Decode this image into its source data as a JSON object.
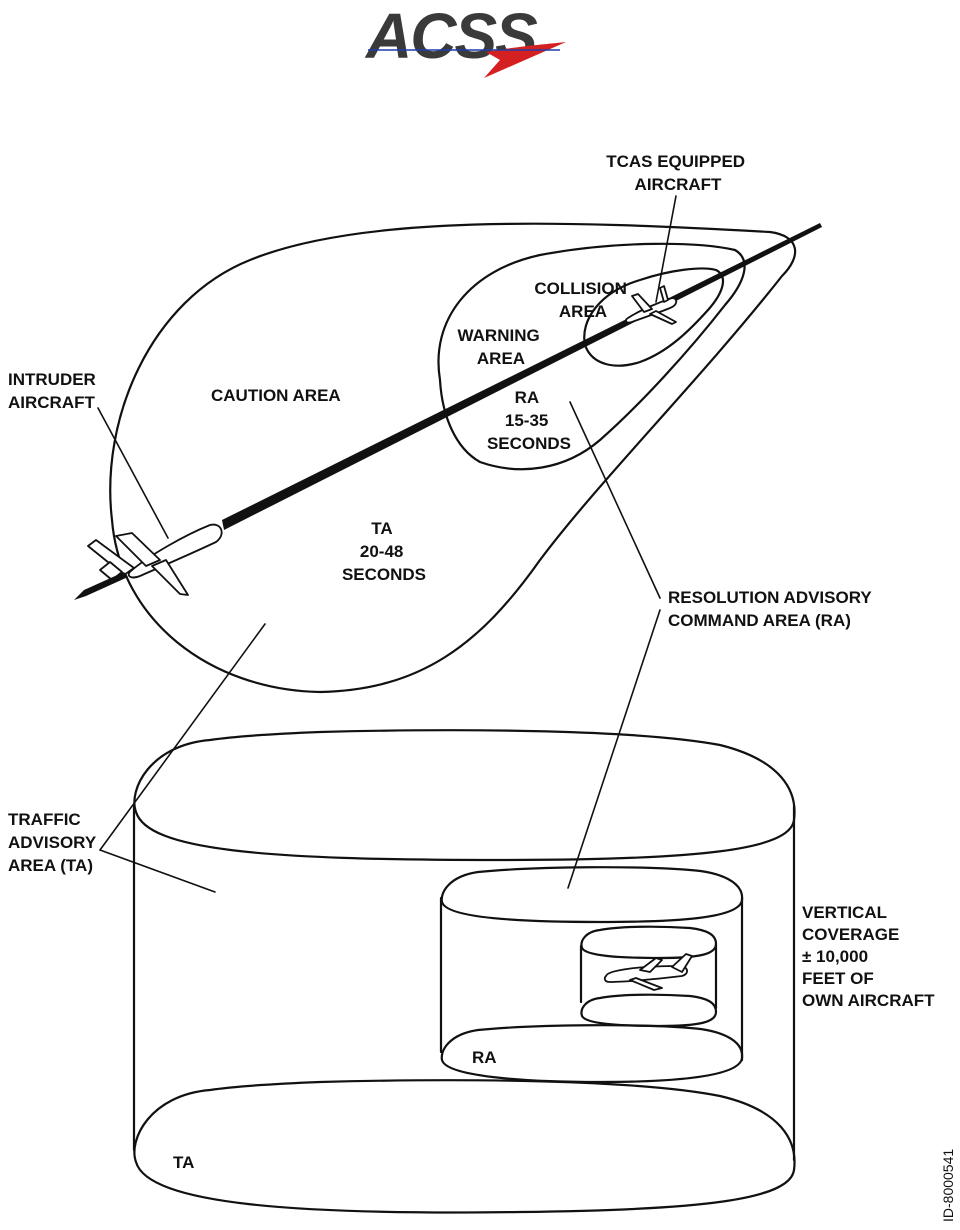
{
  "logo": {
    "text": "ACSS",
    "colors": {
      "text": "#3a3a3a",
      "swoosh": "#d42020",
      "rule": "#1e3ea8"
    }
  },
  "labels": {
    "tcas_equipped": [
      "TCAS EQUIPPED",
      "AIRCRAFT"
    ],
    "collision_area": [
      "COLLISION",
      "AREA"
    ],
    "warning_area": [
      "WARNING",
      "AREA"
    ],
    "ra_time": [
      "RA",
      "15-35",
      "SECONDS"
    ],
    "intruder": [
      "INTRUDER",
      "AIRCRAFT"
    ],
    "caution_area": [
      "CAUTION AREA"
    ],
    "ta_time": [
      "TA",
      "20-48",
      "SECONDS"
    ],
    "resolution_advisory": [
      "RESOLUTION ADVISORY",
      "COMMAND AREA (RA)"
    ],
    "traffic_advisory": [
      "TRAFFIC",
      "ADVISORY",
      "AREA (TA)"
    ],
    "vertical_coverage": [
      "VERTICAL",
      "COVERAGE",
      "± 10,000",
      "FEET OF",
      "OWN AIRCRAFT"
    ],
    "ra_cylinder": "RA",
    "ta_cylinder": "TA"
  },
  "document_id": "ID-8000541"
}
